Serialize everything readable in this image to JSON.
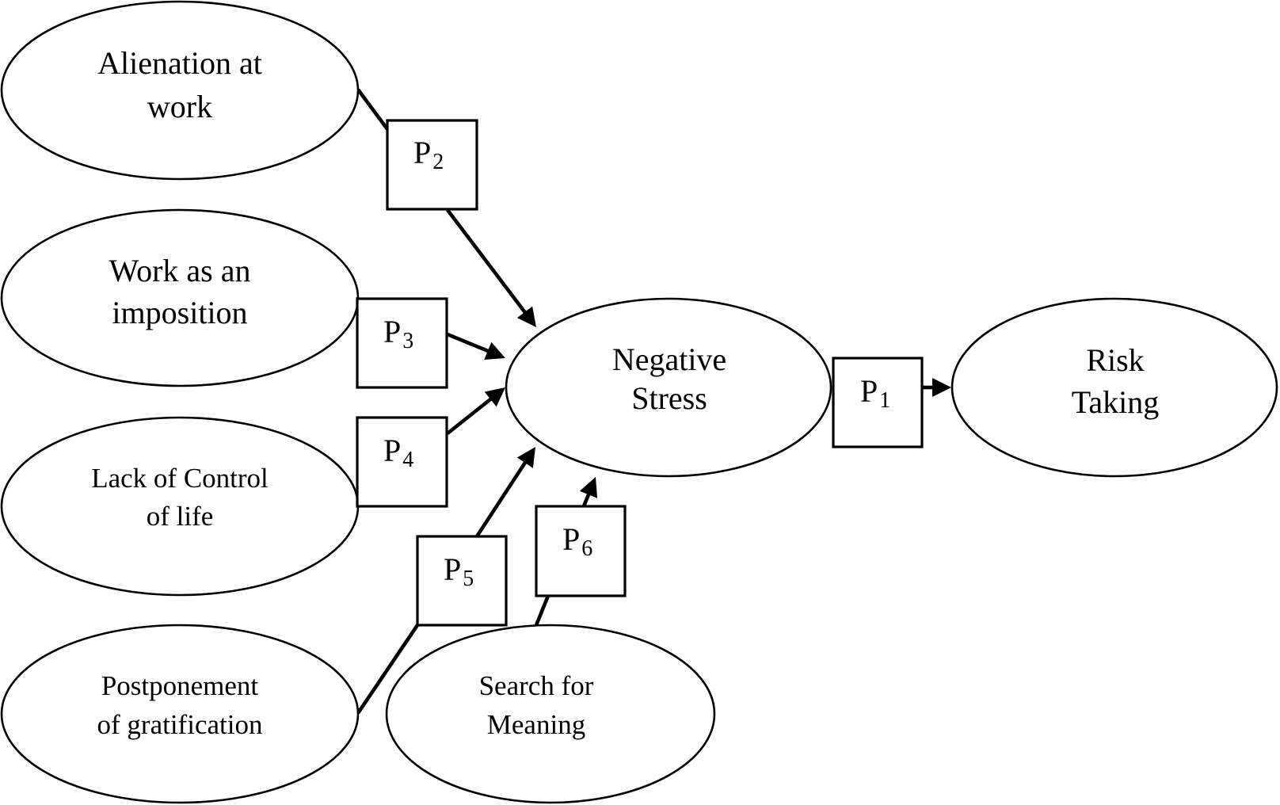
{
  "diagram": {
    "type": "path-model",
    "nodes": [
      {
        "id": "alienation",
        "lines": [
          "Alienation at",
          "work"
        ]
      },
      {
        "id": "imposition",
        "lines": [
          "Work as an",
          "imposition"
        ]
      },
      {
        "id": "lack-of-control",
        "lines": [
          "Lack of Control",
          "of life"
        ]
      },
      {
        "id": "postponement",
        "lines": [
          "Postponement",
          "of gratification"
        ]
      },
      {
        "id": "search-for-meaning",
        "lines": [
          "Search for",
          "Meaning"
        ]
      },
      {
        "id": "negative-stress",
        "lines": [
          "Negative",
          "Stress"
        ]
      },
      {
        "id": "risk-taking",
        "lines": [
          "Risk",
          "Taking"
        ]
      }
    ],
    "paths": [
      {
        "id": "p1",
        "label": "P",
        "subscript": "1",
        "from": "negative-stress",
        "to": "risk-taking"
      },
      {
        "id": "p2",
        "label": "P",
        "subscript": "2",
        "from": "alienation",
        "to": "negative-stress"
      },
      {
        "id": "p3",
        "label": "P",
        "subscript": "3",
        "from": "imposition",
        "to": "negative-stress"
      },
      {
        "id": "p4",
        "label": "P",
        "subscript": "4",
        "from": "lack-of-control",
        "to": "negative-stress"
      },
      {
        "id": "p5",
        "label": "P",
        "subscript": "5",
        "from": "postponement",
        "to": "negative-stress"
      },
      {
        "id": "p6",
        "label": "P",
        "subscript": "6",
        "from": "search-for-meaning",
        "to": "negative-stress"
      }
    ],
    "colors": {
      "stroke": "#000000",
      "fill": "#ffffff",
      "text": "#000000"
    }
  }
}
